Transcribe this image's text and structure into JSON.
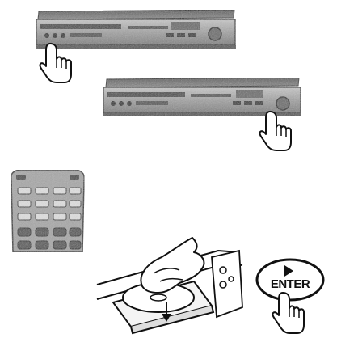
{
  "illustrations": [
    {
      "id": "player-top",
      "icon": "dvd-player-icon"
    },
    {
      "id": "hand-power",
      "icon": "pointing-hand-icon"
    },
    {
      "id": "player-bottom",
      "icon": "dvd-player-icon"
    },
    {
      "id": "hand-tray",
      "icon": "pointing-hand-icon"
    },
    {
      "id": "remote",
      "icon": "remote-control-icon"
    },
    {
      "id": "disc-insert",
      "icon": "disc-tray-hand-icon"
    },
    {
      "id": "enter-button",
      "icon": "enter-button-icon"
    },
    {
      "id": "hand-enter",
      "icon": "pointing-hand-icon"
    }
  ],
  "enter_button": {
    "label": "ENTER"
  },
  "colors": {
    "ink": "#1a1a1a",
    "player_body": "#9a9a9a",
    "remote_body": "#a8a8a8"
  }
}
